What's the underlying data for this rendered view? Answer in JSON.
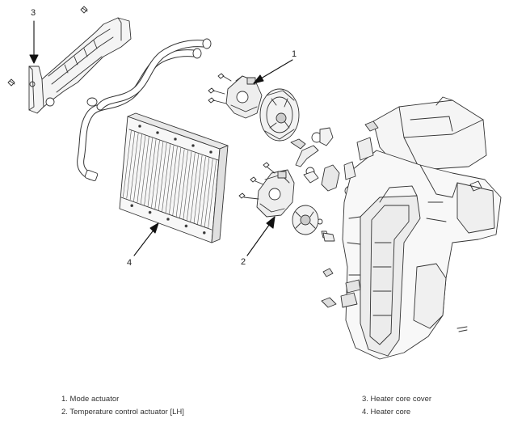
{
  "callouts": [
    {
      "number": "1"
    },
    {
      "number": "2"
    },
    {
      "number": "3"
    },
    {
      "number": "4"
    }
  ],
  "legend": [
    {
      "text": "1. Mode actuator"
    },
    {
      "text": "2. Temperature control actuator [LH]"
    },
    {
      "text": "3. Heater core cover"
    },
    {
      "text": "4. Heater core"
    }
  ]
}
